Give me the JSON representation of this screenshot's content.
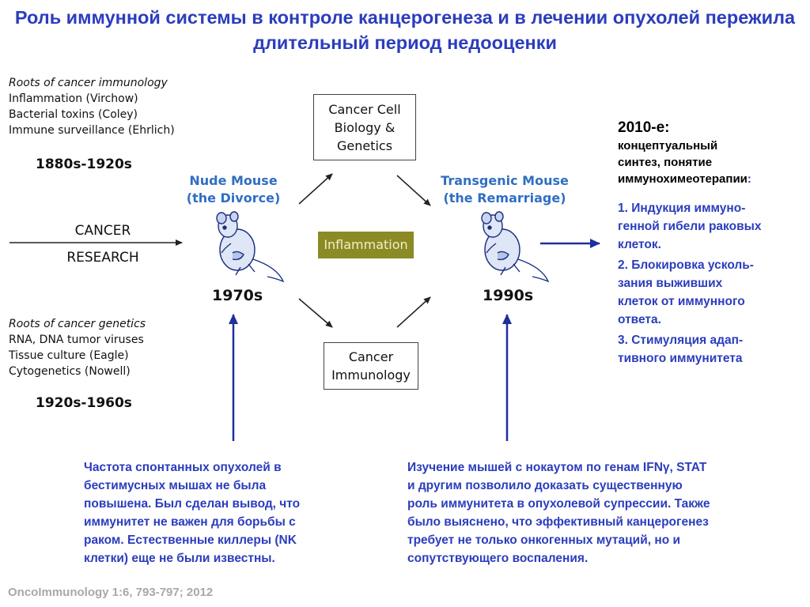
{
  "title": "Роль иммунной системы в контроле канцерогенеза и в лечении опухолей пережила длительный период недооценки",
  "roots_immunology": {
    "heading": "Roots of cancer immunology",
    "items": [
      "Inflammation (Virchow)",
      "Bacterial toxins (Coley)",
      "Immune surveillance (Ehrlich)"
    ],
    "era": "1880s-1920s"
  },
  "cancer_research": {
    "line1": "CANCER",
    "line2": "RESEARCH"
  },
  "roots_genetics": {
    "heading": "Roots of cancer genetics",
    "items": [
      "RNA, DNA tumor viruses",
      "Tissue culture (Eagle)",
      "Cytogenetics (Nowell)"
    ],
    "era": "1920s-1960s"
  },
  "nude_mouse": {
    "line1": "Nude Mouse",
    "line2": "(the Divorce)",
    "year": "1970s"
  },
  "transgenic_mouse": {
    "line1": "Transgenic Mouse",
    "line2": "(the Remarriage)",
    "year": "1990s"
  },
  "box_top": {
    "line1": "Cancer Cell",
    "line2": "Biology &",
    "line3": "Genetics"
  },
  "box_bottom": {
    "line1": "Cancer",
    "line2": "Immunology"
  },
  "inflammation": "Inflammation",
  "right": {
    "heading": "2010-е:",
    "sub": [
      "концептуальный",
      "синтез, понятие"
    ],
    "sub_last": "иммунохимеотерапии",
    "colon": ":",
    "items": [
      [
        "1. Индукция иммуно-",
        "генной гибели раковых",
        "клеток."
      ],
      [
        "2. Блокировка усколь-",
        "зания выживших",
        "клеток от иммунного",
        "ответа."
      ],
      [
        "3. Стимуляция адап-",
        "тивного иммунитета"
      ]
    ]
  },
  "note_left": [
    "Частота спонтанных опухолей в",
    "бестимусных мышах не была",
    "повышена. Был сделан вывод,  что",
    "иммунитет не важен для борьбы с",
    "раком. Естественные киллеры (NK",
    "клетки) еще не были известны."
  ],
  "note_right": [
    "Изучение мышей с нокаутом по генам IFNγ, STAT",
    "и другим позволило доказать существенную",
    "роль иммунитета в опухолевой супрессии. Также",
    "было выяснено, что эффективный канцерогенез",
    "требует не только онкогенных мутаций, но и",
    "сопутствующего воспаления."
  ],
  "footer": "OncoImmunology 1:6, 793-797; 2012",
  "colors": {
    "title_blue": "#2b3dbd",
    "hand_blue": "#2f6ec4",
    "inflammation_bg": "#8b8a25",
    "arrow_blue": "#1f2f9e"
  }
}
